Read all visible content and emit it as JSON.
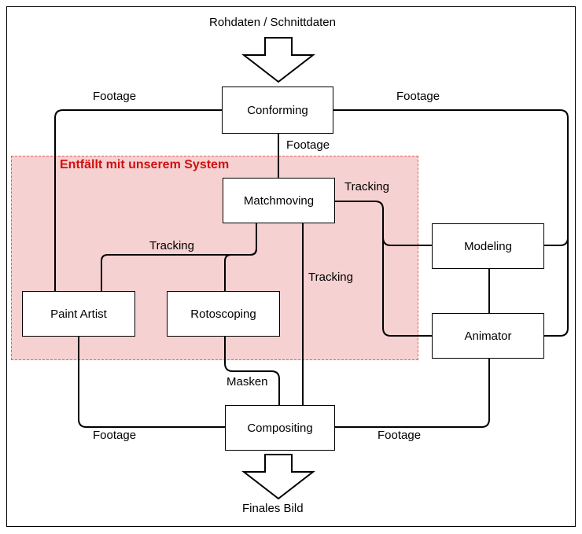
{
  "input_label": "Rohdaten / Schnittdaten",
  "output_label": "Finales Bild",
  "zone_label": "Entfällt mit unserem System",
  "nodes": {
    "conforming": "Conforming",
    "matchmoving": "Matchmoving",
    "modeling": "Modeling",
    "animator": "Animator",
    "paint_artist": "Paint Artist",
    "rotoscoping": "Rotoscoping",
    "compositing": "Compositing"
  },
  "edge_labels": {
    "footage_top_left": "Footage",
    "footage_top_right": "Footage",
    "footage_conf_match": "Footage",
    "tracking_match_model": "Tracking",
    "tracking_left": "Tracking",
    "tracking_center": "Tracking",
    "masken": "Masken",
    "footage_bottom_left": "Footage",
    "footage_bottom_right": "Footage"
  },
  "colors": {
    "zone_fill": "#f2c4c4",
    "zone_border": "#e06060",
    "zone_text": "#d01010"
  }
}
